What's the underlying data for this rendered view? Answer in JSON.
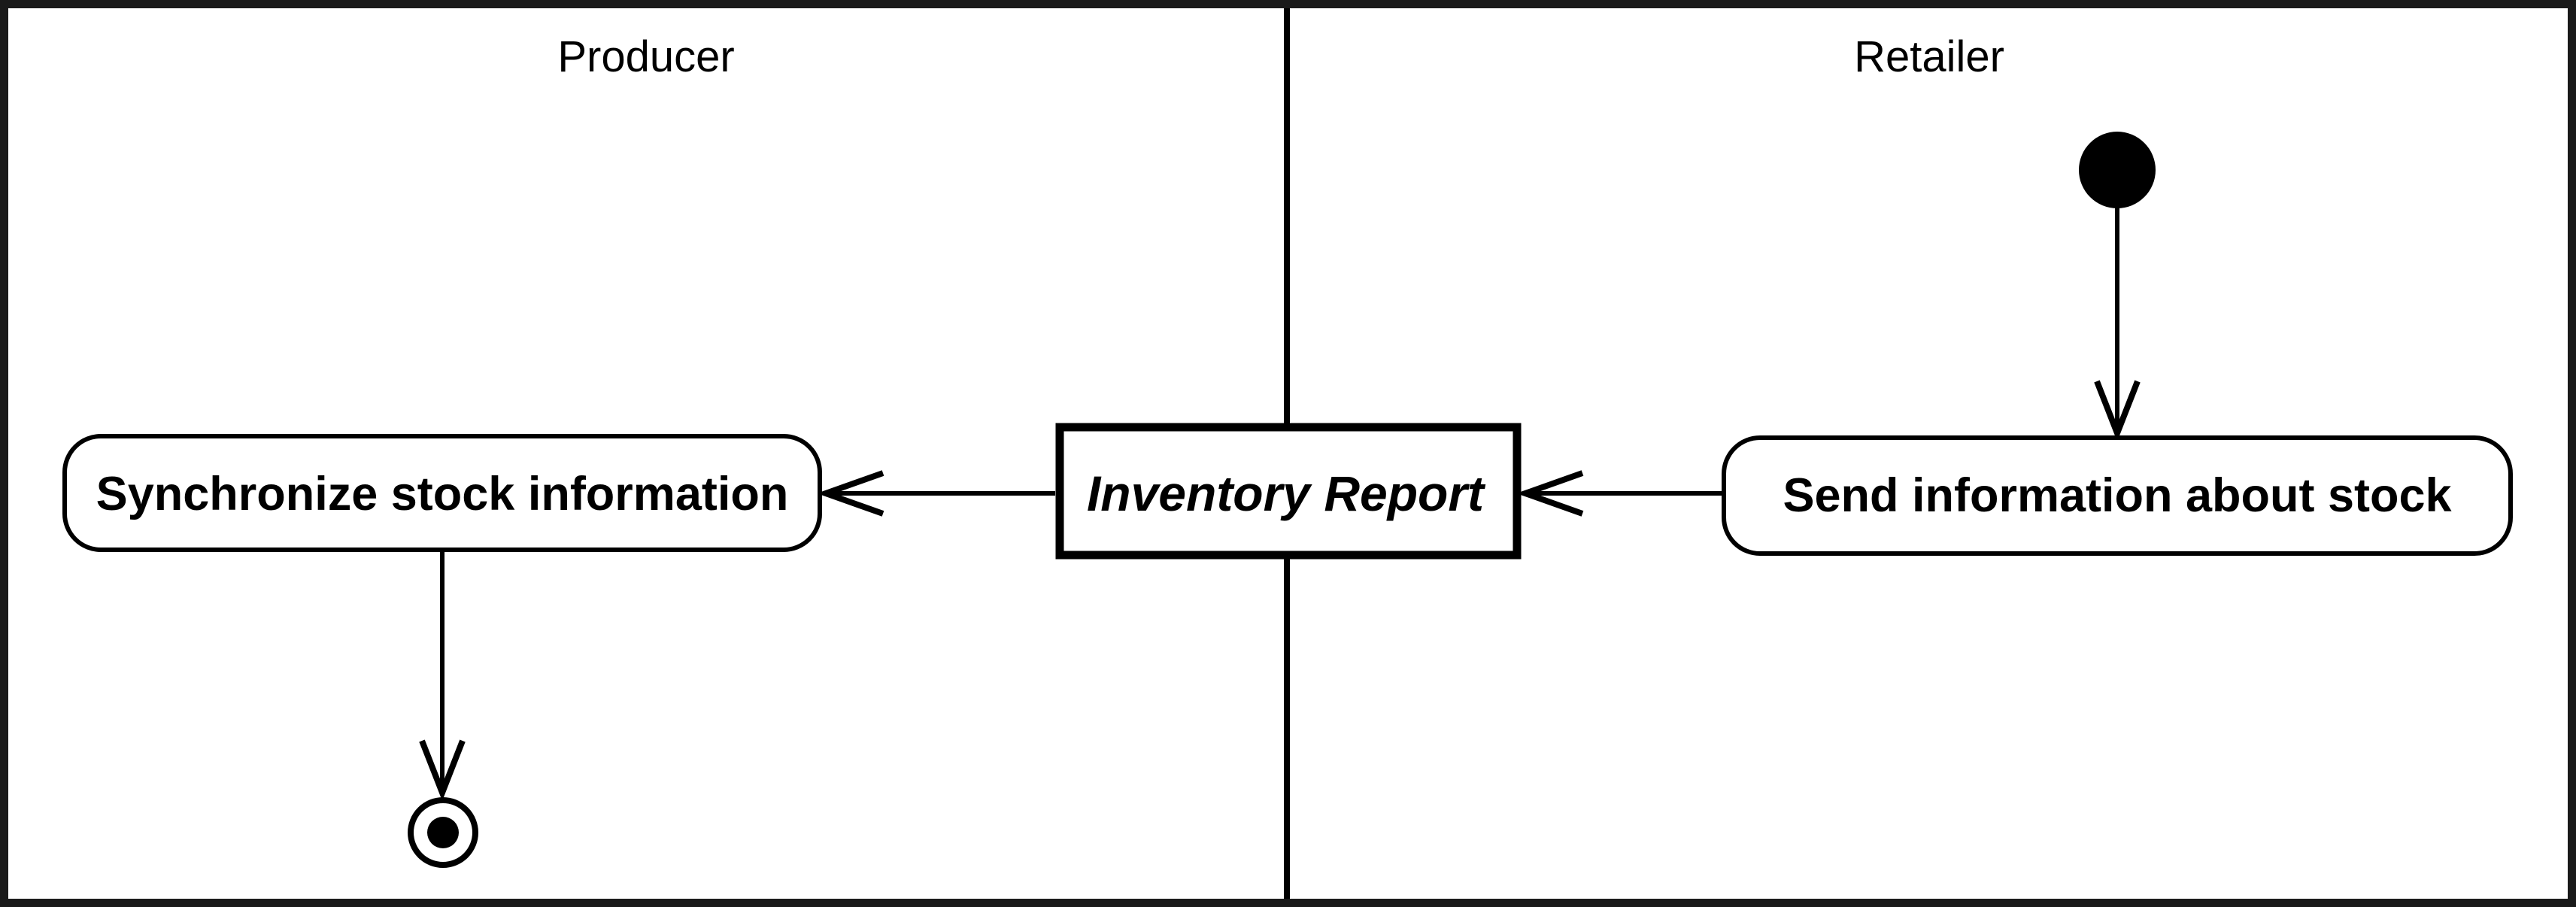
{
  "diagram": {
    "kind": "uml-activity-diagram-with-swimlanes",
    "lanes": [
      {
        "id": "producer",
        "label": "Producer"
      },
      {
        "id": "retailer",
        "label": "Retailer"
      }
    ],
    "nodes": {
      "initial": {
        "type": "initial-node",
        "lane": "retailer"
      },
      "send_activity": {
        "type": "activity",
        "lane": "retailer",
        "label": "Send information about stock"
      },
      "inventory_object": {
        "type": "object-node",
        "lane": "both",
        "label": "Inventory Report"
      },
      "synchronize_activity": {
        "type": "activity",
        "lane": "producer",
        "label": "Synchronize stock information"
      },
      "final": {
        "type": "activity-final-node",
        "lane": "producer"
      }
    },
    "edges": [
      {
        "from": "initial",
        "to": "send_activity",
        "style": "open-arrow"
      },
      {
        "from": "send_activity",
        "to": "inventory_object",
        "style": "open-arrow"
      },
      {
        "from": "inventory_object",
        "to": "synchronize_activity",
        "style": "open-arrow"
      },
      {
        "from": "synchronize_activity",
        "to": "final",
        "style": "open-arrow"
      }
    ],
    "colors": {
      "background": "#ffffff",
      "line": "#000000",
      "frame": "#1a1a1a",
      "node_fill": "#ffffff"
    }
  }
}
